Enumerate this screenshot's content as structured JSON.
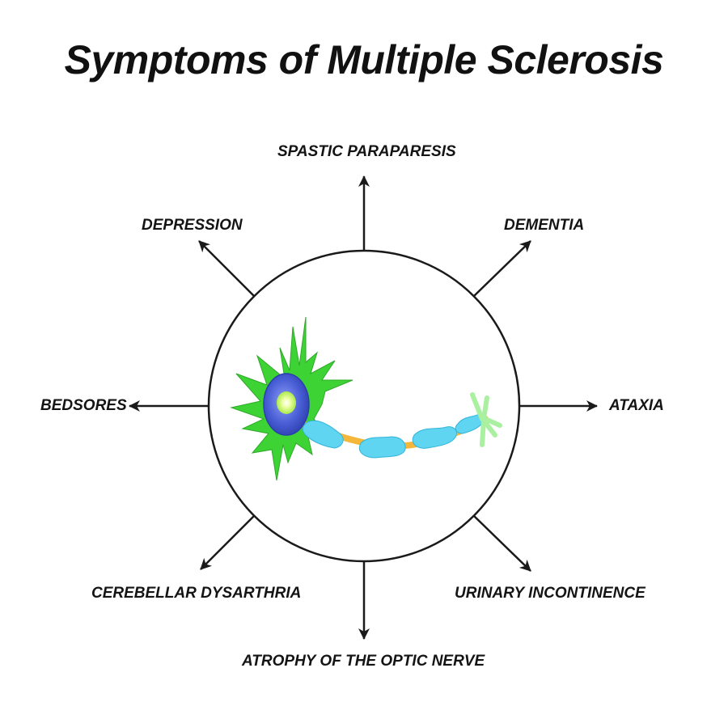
{
  "title": "Symptoms of Multiple Sclerosis",
  "symptoms": {
    "top": "SPASTIC PARAPARESIS",
    "top_right": "DEMENTIA",
    "right": "ATAXIA",
    "bottom_right": "URINARY INCONTINENCE",
    "bottom": "ATROPHY OF THE OPTIC NERVE",
    "bottom_left": "CEREBELLAR DYSARTHRIA",
    "left": "BEDSORES",
    "top_left": "DEPRESSION"
  },
  "colors": {
    "text": "#141414",
    "line": "#1a1a1a",
    "dendrites": "#3ed334",
    "soma": "#4a5fd6",
    "nucleus": "#d8ff6a",
    "axon": "#f4b73a",
    "myelin": "#5fd5f2",
    "terminal": "#a9f0a1"
  },
  "icons": {
    "center": "neuron-icon"
  }
}
